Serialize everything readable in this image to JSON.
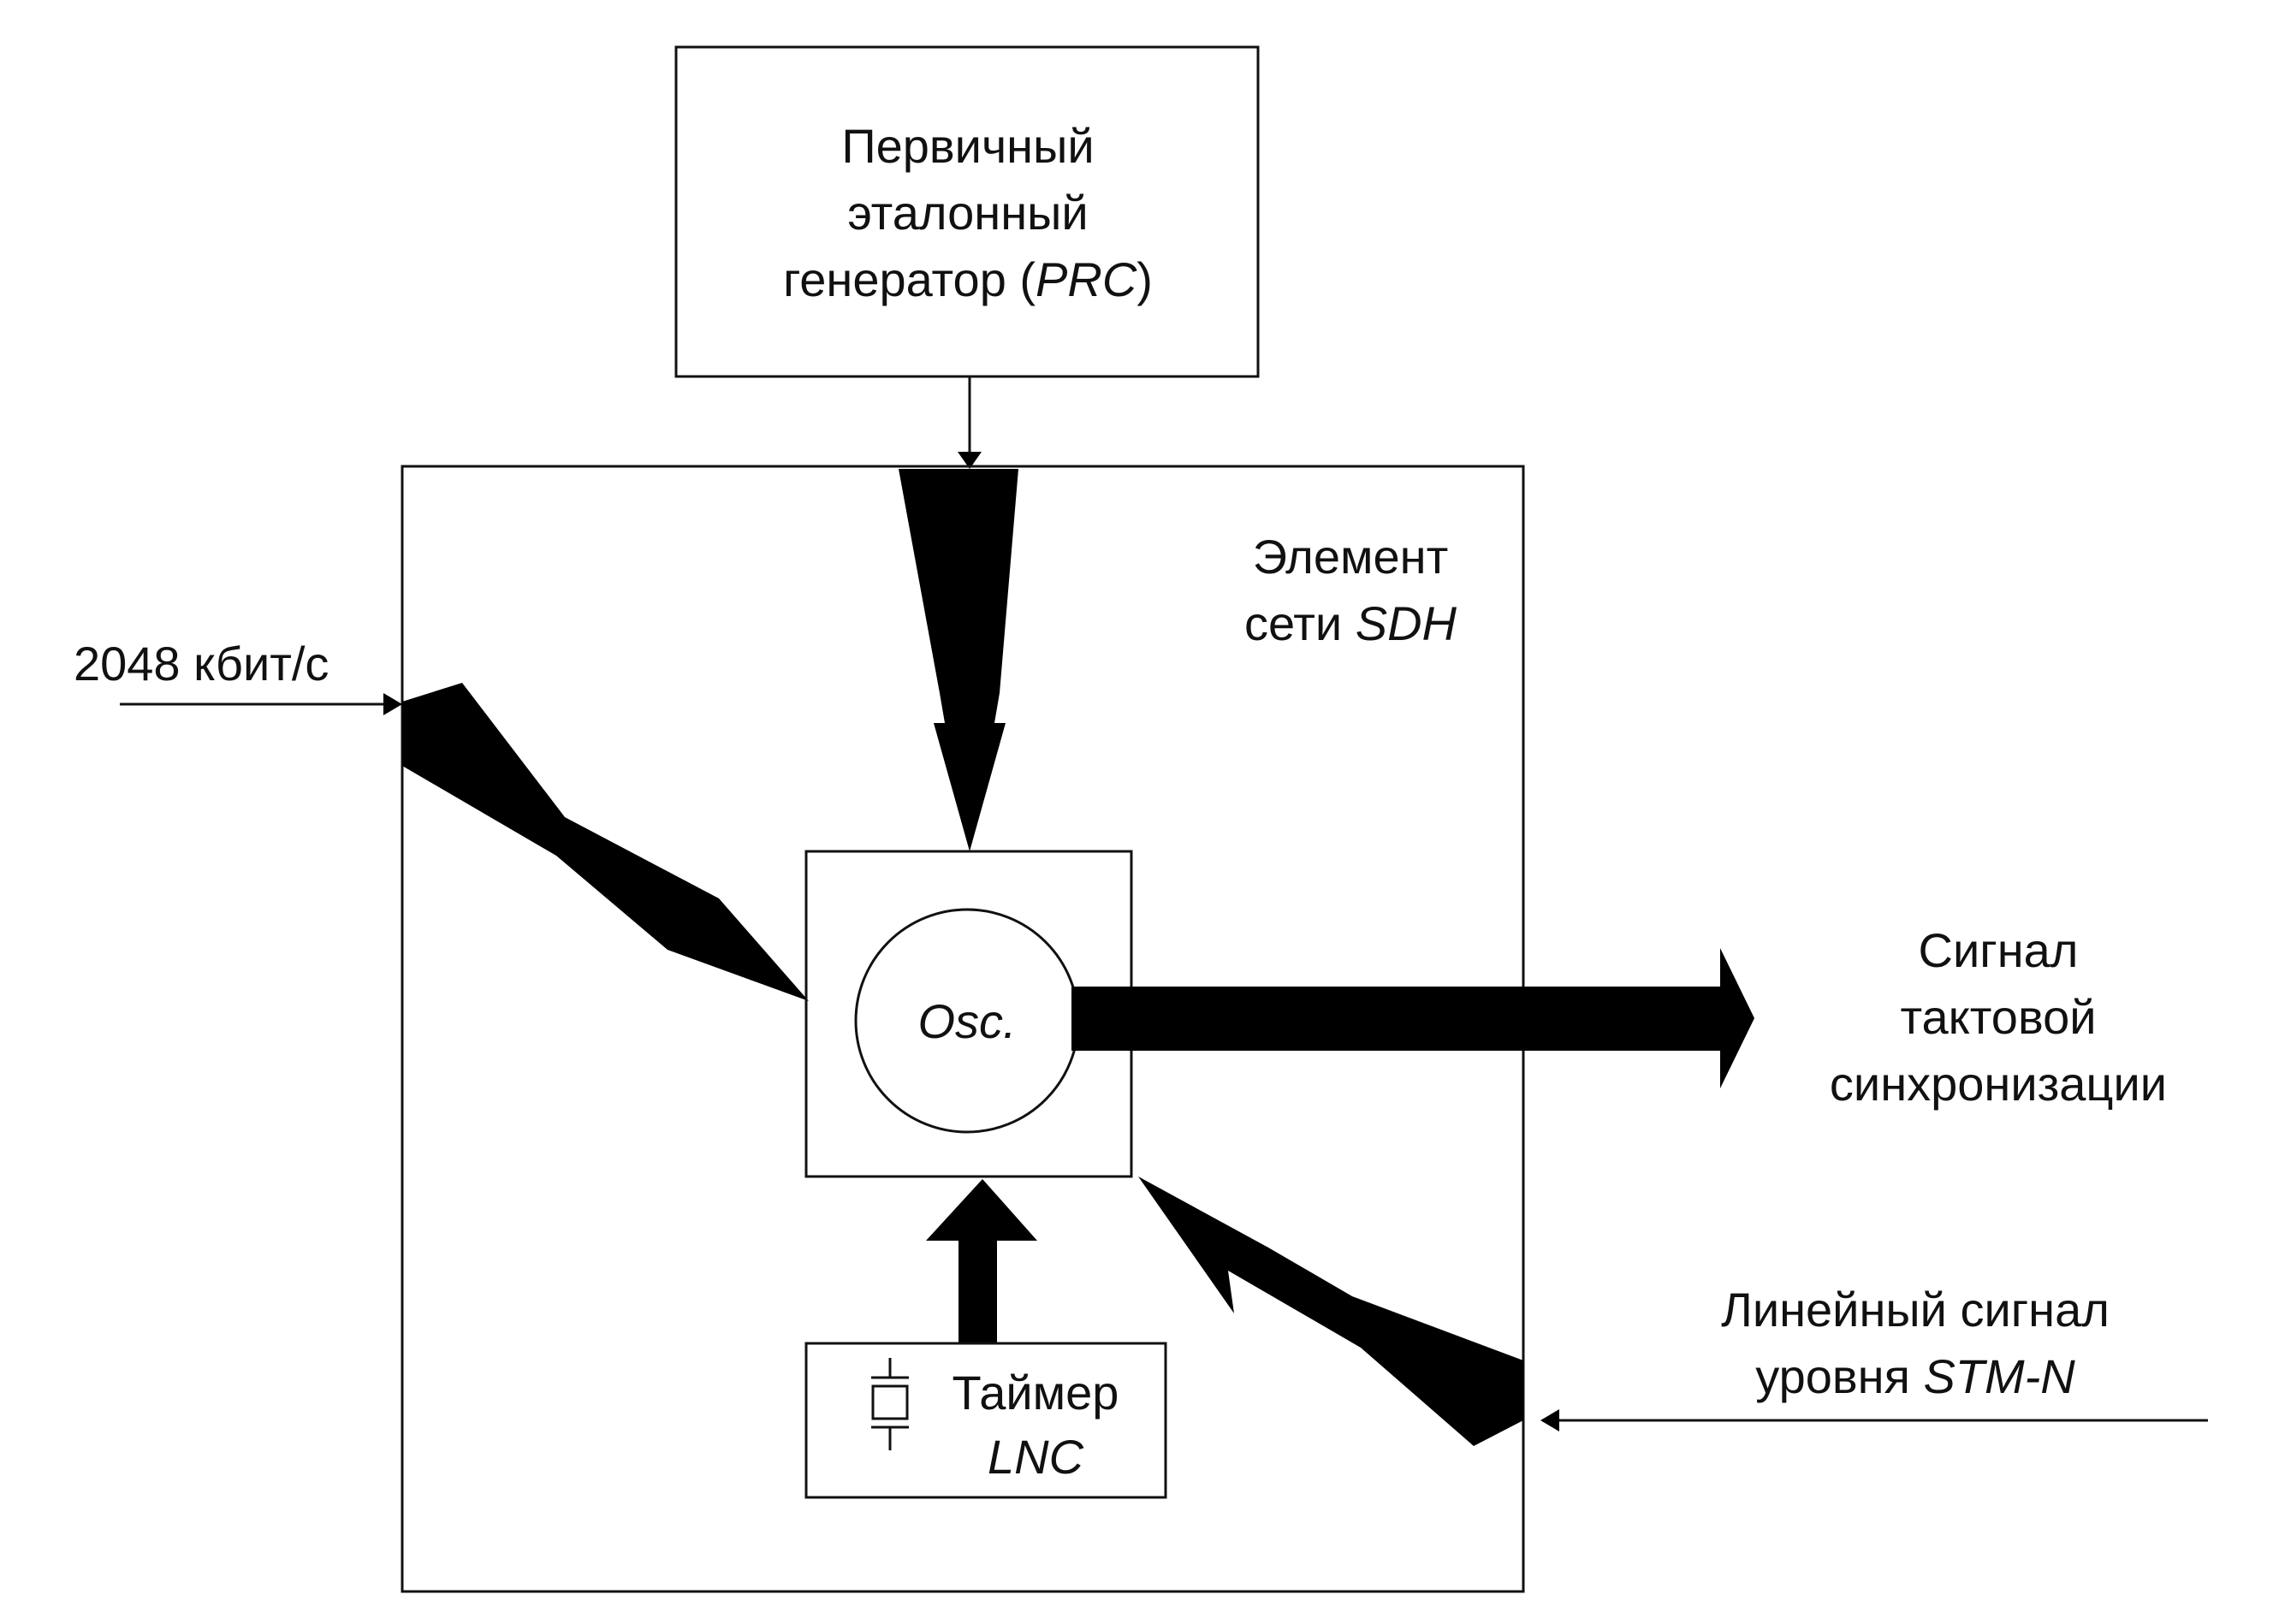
{
  "prc_box": {
    "line1": "Первичный",
    "line2": "эталонный",
    "line3_prefix": "генератор (",
    "line3_abbr": "PRC",
    "line3_suffix": ")"
  },
  "network_element": {
    "line1": "Элемент",
    "line2_prefix": "сети ",
    "line2_abbr": "SDH"
  },
  "input_2048": {
    "label": "2048 кбит/с"
  },
  "oscillator": {
    "label": "Osc."
  },
  "timer": {
    "line1": "Таймер",
    "line2": "LNC"
  },
  "output_signal": {
    "line1": "Сигнал",
    "line2": "тактовой",
    "line3": "синхронизации"
  },
  "line_signal": {
    "line1": "Линейный сигнал",
    "line2_prefix": "уровня ",
    "line2_abbr": "STM-N"
  },
  "colors": {
    "stroke": "#111111",
    "fill": "#000000",
    "background": "#ffffff"
  }
}
